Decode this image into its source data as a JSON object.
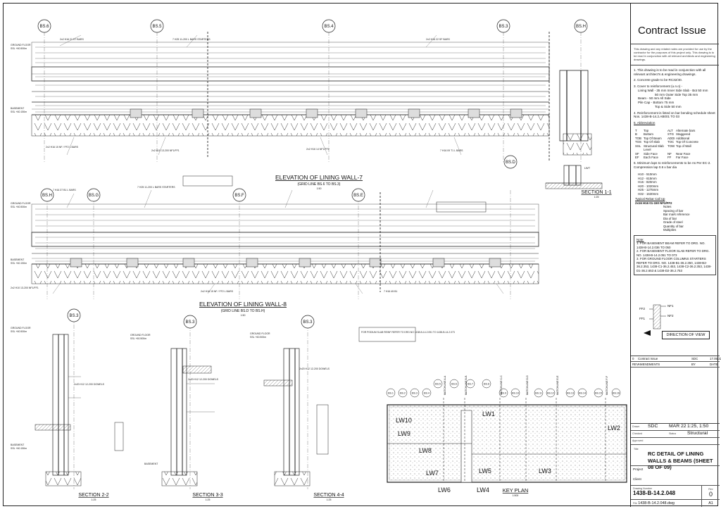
{
  "title_block": {
    "title": "Contract Issue",
    "disclaimer": "This drawing and any related notes are provided for use by the contractor for the purposes of this project only. This drawing is to be read in conjunction with all relevant architects and engineering drawings.",
    "notes": [
      "1. This drawing is to be read in conjunction with all relevant architect's & engineering drawings.",
      "2. Concrete grade to be RC32/40.",
      "3. Cover to reinforcement (u.n.o) -",
      "Lining Wall - 35 mm Inner Side  Slab - Bot 50 mm",
      "50 mm Outer Side  Top 35 mm",
      "Beam - 50 mm All Side",
      "Pile Cap - Bottom 75 mm",
      "Top & Side 50 mm",
      "4. Reinforcement is listed on bar bending schedule sheet Nos. 1438-B-14.2.AB001 TO 03",
      "5. Abbreviation"
    ],
    "abbreviations": [
      [
        "T",
        "Top",
        "ALT",
        "Alternate bars"
      ],
      [
        "B",
        "Bottom",
        "STG",
        "Staggered"
      ],
      [
        "TOB",
        "Top Of Beam",
        "ADDI",
        "Additional"
      ],
      [
        "TOS",
        "Top Of Slab",
        "TOC",
        "Top Of Concrete"
      ],
      [
        "SSL",
        "Structural Slab Level",
        "TOW",
        "Top of Wall"
      ],
      [
        "SF",
        "Side Face",
        "NF",
        "Near Face"
      ],
      [
        "EF",
        "Each Face",
        "FF",
        "Far Face"
      ]
    ],
    "lap_note": "6. Minimum laps to reinforcements to be As Per EC-2. Compression lap 0.6 x bar dia",
    "laps": [
      "H10 - 510mm",
      "H12 - 615mm",
      "H16 - 820mm",
      "H20 - 1020mm",
      "H25 - 1275mm",
      "H32 - 1630mm"
    ],
    "callout_title": "Typical Rebar Call Up",
    "callout_example": "2x16 H16 01-150 NF2/FF2",
    "callout_keys": [
      "Notes",
      "Spacing of bar",
      "Bar mark reference",
      "Dia of bar",
      "Grade of steel",
      "Quantity of bar",
      "Multiplies"
    ],
    "note_box": [
      "Note:",
      "1. FOR BASEMENT BEAM REFER TO DRG. NO. 1438-B-14.2.036 TO 050",
      "2. FOR BASEMENT FLOOR SLAB REFER TO DRG. NO. 1438-B-14.2.051 TO 073",
      "3. FOR GROUND FLOOR COLUMNS STARTERS REFER TO DRG. NO. 1438-B1-36.2.350, 1438-B2-36.2.353, 1438-C1-36.2.453, 1438-C2-36.2.353, 1438-D1-36.2.653 & 1438-D2-36.2.753"
    ],
    "direction_label": "DIRECTION OF VIEW",
    "dov_labels": [
      "FF2",
      "FF1",
      "NF1",
      "NF2"
    ],
    "revisions": [
      {
        "rev": "0",
        "desc": "Contract Issue",
        "by": "SDC",
        "date": "17.05.22"
      },
      {
        "rev": "REV",
        "desc": "AMENDMENTS",
        "by": "BY",
        "date": "DATE"
      }
    ],
    "drawn_label": "Drawn",
    "drawn": "SDC",
    "date_label": "Date",
    "date": "MAR 22",
    "scale_label": "Scale",
    "scale": "1:25, 1:50",
    "checked_label": "Checked",
    "status_label": "Status",
    "status": "Structural",
    "approved_label": "Approved",
    "sheet_title": "RC DETAIL OF LINING WALLS & BEAMS   (SHEET 08 OF 09)",
    "title_label": "Title",
    "project_label": "Project",
    "client_label": "Client",
    "drawing_number_label": "Drawing Number",
    "drawing_number": "1438-B-14.2.048",
    "rev_label": "Rev",
    "revision": "0",
    "file_label": "File",
    "file": "1438-B-14.2.048.dwg",
    "size": "A1"
  },
  "drawing": {
    "elev7_title": "ELEVATION OF LINING WALL-7",
    "elev7_sub": "(GRID LINE BS.6 TO BS.3)",
    "elev7_scale": "1:50",
    "elev8_title": "ELEVATION OF LINING WALL-8",
    "elev8_sub": "(GRID LINE BS.D TO BS.H)",
    "elev8_scale": "1:50",
    "grids_row1": [
      "BS.6",
      "BS.5",
      "BS.4",
      "BS.3",
      "BS.H"
    ],
    "grids_row2": [
      "BS.H",
      "BS.G",
      "BS.F",
      "BS.E",
      "BS.D"
    ],
    "grids_row3": [
      "BS.3",
      "BS.3",
      "BS.3"
    ],
    "section11": "SECTION 1-1",
    "section22": "SECTION 2-2",
    "section33": "SECTION 3-3",
    "section44": "SECTION 4-4",
    "section_scale": "1:25",
    "key_plan": "KEY PLAN",
    "key_plan_scale": "1:500",
    "ground_floor": "GROUND FLOOR",
    "ground_floor_ssl": "SSL +60.500m",
    "basement": "BASEMENT",
    "basement_ssl": "SSL +60.150m",
    "lw_labels": [
      "LW10",
      "LW1",
      "LW9",
      "LW8",
      "LW7",
      "LW5",
      "LW3",
      "LW2",
      "LW6",
      "LW4"
    ],
    "key_bubbles": [
      "BS.1",
      "BS.2",
      "BS.3",
      "BS.4",
      "BS.5",
      "BS.6",
      "BS.7",
      "BS.8",
      "BS.9",
      "BS.10",
      "BS.11",
      "BS.12",
      "BS.13",
      "BS.14",
      "BS.15",
      "BS.16"
    ],
    "matchlines": [
      "MATCHLINE A-A",
      "MATCHLINE B-B",
      "MATCHLINE C-C",
      "MATCHLINE D-D",
      "MATCHLINE E-E",
      "MATCHLINE F-F"
    ],
    "lwt": "LWT",
    "dowels": "2x20 H12 12-200 DOWELS",
    "pour_note": "FOR PODIUM SLAB REINF REFER TO DRG.NO 1438-B-14.2.051 TO 1438-B-14.2.073",
    "rebar_labels": [
      "2x2 H16 21 ST BARS",
      "7 H16 09 T1 L BARS",
      "2x2 H16 15 NF / FF2 L BARS",
      "2x2 H10 13-200 NF1/FF1",
      "7 H16 37 B1 L BARS",
      "2x2 H16 14 NF1/FF2",
      "7 H25 11-200 L BARS STARTERS",
      "7 H16 45 B1",
      "2x2 H16 22 SF BARS"
    ]
  }
}
